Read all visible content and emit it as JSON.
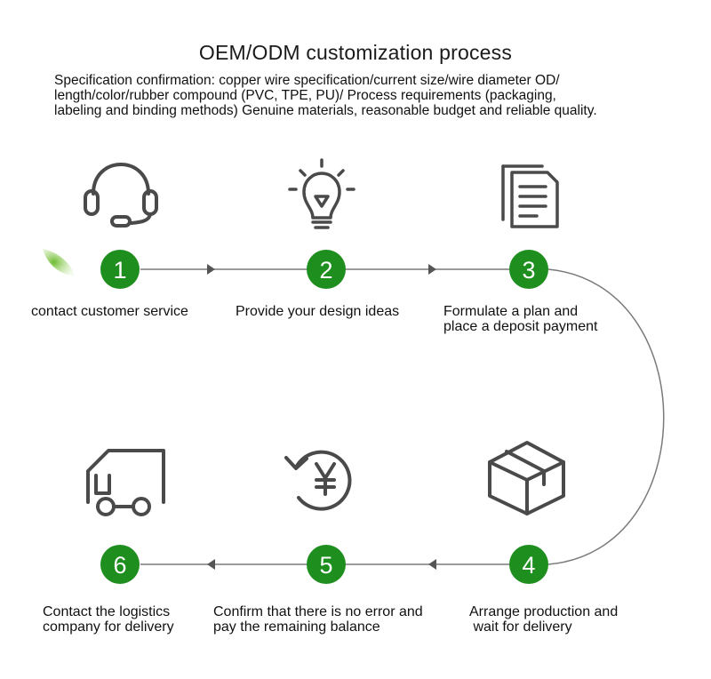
{
  "title": "OEM/ODM customization process",
  "description": {
    "line1": "Specification confirmation: copper wire specification/current size/wire diameter OD/",
    "line2": "length/color/rubber compound (PVC, TPE, PU)/ Process requirements (packaging,",
    "line3": "labeling and binding methods) Genuine materials, reasonable budget and reliable quality."
  },
  "steps": [
    {
      "number": "1",
      "icon": "headset-icon",
      "lines": [
        "contact customer service"
      ]
    },
    {
      "number": "2",
      "icon": "lightbulb-icon",
      "lines": [
        "Provide your design ideas"
      ]
    },
    {
      "number": "3",
      "icon": "document-icon",
      "lines": [
        "Formulate a plan and",
        "place a deposit payment"
      ]
    },
    {
      "number": "4",
      "icon": "box-icon",
      "lines": [
        "Arrange production and",
        " wait for delivery"
      ]
    },
    {
      "number": "5",
      "icon": "yen-refund-icon",
      "lines": [
        "Confirm that there is no error and",
        "pay the remaining balance"
      ]
    },
    {
      "number": "6",
      "icon": "truck-icon",
      "lines": [
        "Contact the logistics",
        "company for delivery"
      ]
    }
  ],
  "colors": {
    "circle": "#1e8e1e",
    "icon_stroke": "#4a4a4a",
    "connector": "#7a7a7a",
    "leaf": "#8cc63f",
    "bottom_rule": "#b7deb0"
  }
}
